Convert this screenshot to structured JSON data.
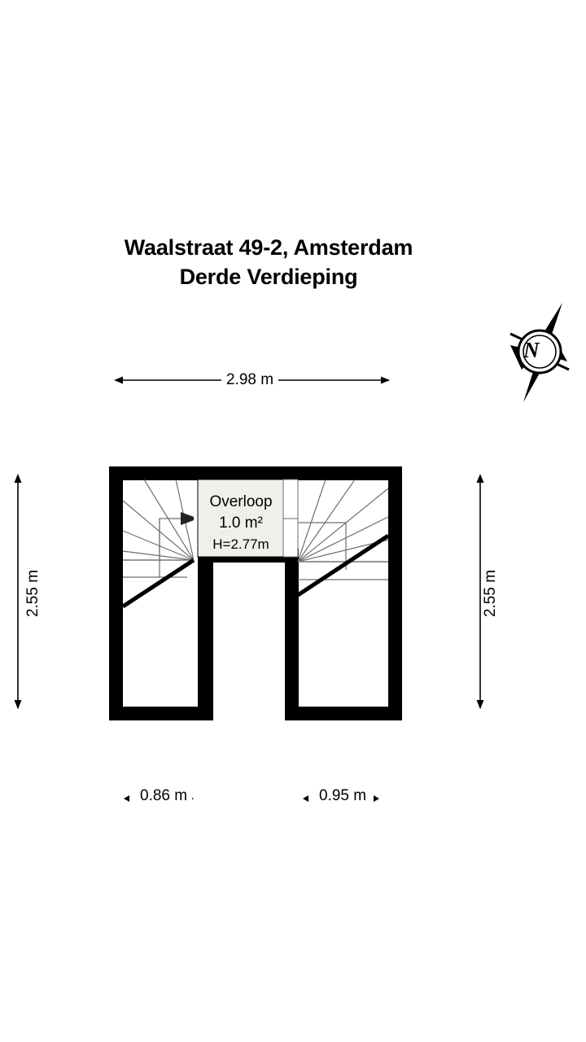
{
  "title": {
    "line1": "Waalstraat 49-2, Amsterdam",
    "line2": "Derde Verdieping"
  },
  "compass": {
    "label": "N",
    "icon": "compass-rose-north"
  },
  "dimensions": {
    "top": "2.98 m",
    "left": "2.55 m",
    "right": "2.55 m",
    "bottom_left": "0.86 m",
    "bottom_right": "0.95 m"
  },
  "rooms": [
    {
      "name": "Overloop",
      "area": "1.0 m²",
      "height": "H=2.77m",
      "fill": "#f0efe9"
    }
  ],
  "features": {
    "stair_left": "stair-winder-up-right-arrow",
    "stair_right": "stair-winder-down-arrow"
  },
  "colors": {
    "wall": "#000000",
    "room_fill": "#f0efe9",
    "stair_line": "#6f6f6f",
    "background": "#ffffff"
  }
}
